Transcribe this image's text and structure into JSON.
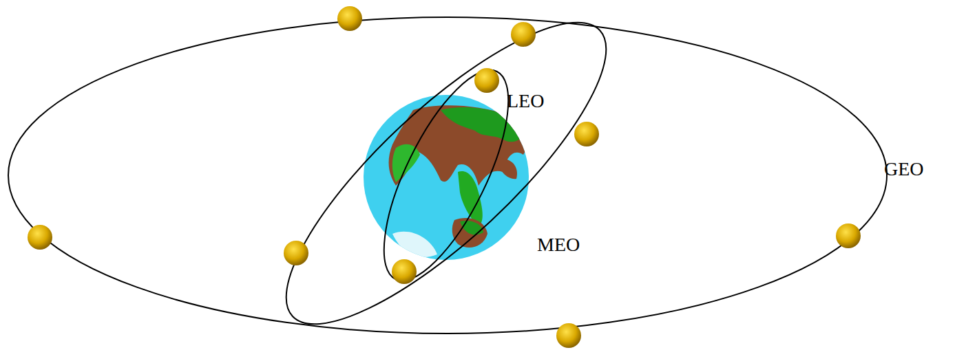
{
  "diagram": {
    "labels": [
      "LEO",
      "MEO",
      "GEO"
    ]
  }
}
